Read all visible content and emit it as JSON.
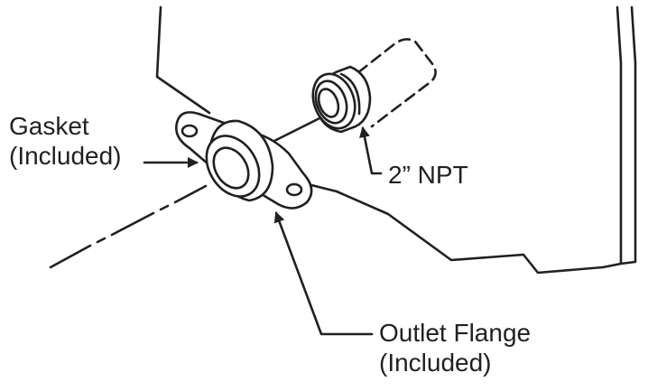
{
  "labels": {
    "gasket_line1": "Gasket",
    "gasket_line2": "(Included)",
    "npt": "2” NPT",
    "flange_line1": "Outlet Flange",
    "flange_line2": "(Included)"
  },
  "colors": {
    "line": "#231f20",
    "background": "#ffffff"
  }
}
